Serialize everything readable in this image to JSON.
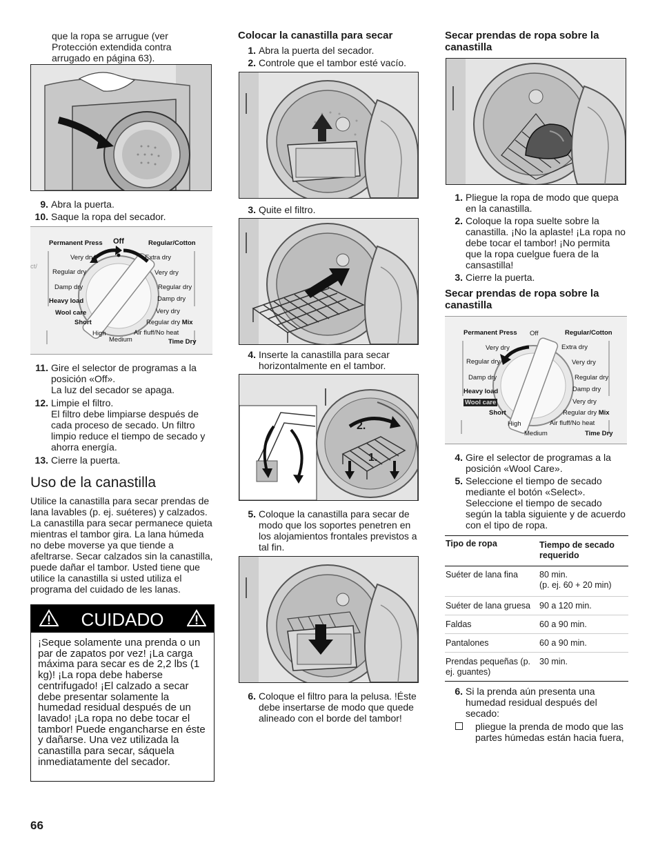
{
  "col1": {
    "intro": "que la ropa se arrugue (ver Protección extendida contra arrugado en página 63).",
    "steps_a": [
      {
        "n": "9.",
        "text": "Abra la puerta."
      },
      {
        "n": "10.",
        "text": "Saque la ropa del secador."
      }
    ],
    "steps_b": [
      {
        "n": "11.",
        "text": "Gire el selector de programas a la posición «Off».",
        "sub": "La luz del secador se apaga."
      },
      {
        "n": "12.",
        "text": "Limpie el filtro.",
        "sub": "El filtro debe limpiarse después de cada proceso de secado. Un filtro limpio reduce el tiempo de secado y ahorra energía."
      },
      {
        "n": "13.",
        "text": "Cierre la puerta."
      }
    ],
    "section_title": "Uso de la canastilla",
    "section_body": "Utilice la canastilla para secar prendas de lana lavables (p. ej. suéteres) y calzados. La canastilla para secar permanece quieta mientras el tambor gira. La lana húmeda no debe moverse ya que tiende a afeltrarse. Secar calzados sin la canastilla, puede dañar el tambor.  Usted tiene que utilice la canastilla si usted utiliza el programa del cuidado de les lanas.",
    "warning_title": "CUIDADO",
    "warning_body": "¡Seque solamente una prenda o un par de zapatos por vez! ¡La carga máxima para secar es de 2,2 lbs (1 kg)! ¡La ropa debe haberse centrifugado! ¡El calzado a secar debe presentar solamente la humedad residual después de un lavado! ¡La ropa no debe tocar el tambor! Puede engancharse en éste y dañarse. Una vez utilizada la canastilla para secar, sáquela inmediatamente del secador.",
    "page_number": "66"
  },
  "dial1": {
    "labels": {
      "perm": "Permanent Press",
      "off": "Off",
      "reg": "Regular/Cotton",
      "vdry_l": "Very dry",
      "xdry": "Extra dry",
      "rdry_l": "Regular dry",
      "vdry_r": "Very dry",
      "ddry_l": "Damp dry",
      "rdry_r": "Regular dry",
      "heavy": "Heavy load",
      "ddry_r": "Damp dry",
      "wool": "Wool care",
      "vdry_r2": "Very dry",
      "short": "Short",
      "rdrymix": "Regular dry",
      "mix": "Mix",
      "high": "High",
      "air": "Air fluff/No heat",
      "medium": "Medium",
      "time": "Time Dry",
      "edge": "ct/"
    }
  },
  "col2": {
    "heading": "Colocar la canastilla para secar",
    "steps_a": [
      {
        "n": "1.",
        "text": "Abra la puerta del secador."
      },
      {
        "n": "2.",
        "text": "Controle que el tambor esté vacío."
      }
    ],
    "step3": {
      "n": "3.",
      "text": "Quite el filtro."
    },
    "step4": {
      "n": "4.",
      "text": "Inserte la canastilla para secar horizontalmente en el tambor."
    },
    "step5": {
      "n": "5.",
      "text": "Coloque la canastilla para secar de modo que los soportes penetren en los alojamientos frontales previstos a tal fin."
    },
    "step6": {
      "n": "6.",
      "text": "Coloque el filtro para la pelusa. !Éste debe insertarse de modo que quede alineado con el borde del tambor!"
    },
    "fig_marks": {
      "one": "1.",
      "two": "2."
    }
  },
  "col3": {
    "heading1": "Secar prendas de ropa sobre la canastilla",
    "steps_a": [
      {
        "n": "1.",
        "text": "Pliegue la ropa de modo que quepa en la canastilla."
      },
      {
        "n": "2.",
        "text": "Coloque la ropa suelte sobre la canastilla. ¡No la aplaste! ¡La ropa no debe tocar el tambor! ¡No permita que la ropa cuelgue fuera de la cansastilla!"
      },
      {
        "n": "3.",
        "text": "Cierre la puerta."
      }
    ],
    "heading2": "Secar prendas de ropa sobre la canastilla",
    "steps_b": [
      {
        "n": "4.",
        "text": "Gire el selector de programas a la posición «Wool Care»."
      },
      {
        "n": "5.",
        "text": "Seleccione el tiempo de secado mediante el botón «Select». Seleccione el tiempo de secado según la tabla siguiente y de acuerdo con el tipo de ropa."
      }
    ],
    "table": {
      "headers": [
        "Tipo de ropa",
        "Tiempo de secado requerido"
      ],
      "rows": [
        {
          "type": "Suéter de lana fina",
          "time": "80 min.",
          "note": "(p. ej. 60 + 20 min)"
        },
        {
          "type": "Suéter de lana gruesa",
          "time": "90 a 120 min."
        },
        {
          "type": "Faldas",
          "time": "60 a 90 min."
        },
        {
          "type": "Pantalones",
          "time": "60 a 90 min."
        },
        {
          "type": "Prendas pequeñas (p. ej. guantes)",
          "time": "30 min."
        }
      ]
    },
    "step6": {
      "n": "6.",
      "text": "Si la prenda aún presenta una humedad residual después del secado:"
    },
    "bullet": "pliegue la prenda de modo que las partes húmedas están hacia fuera,"
  },
  "dial2": {
    "labels": {
      "perm": "Permanent Press",
      "off": "Off",
      "reg": "Regular/Cotton",
      "vdry_l": "Very dry",
      "xdry": "Extra dry",
      "rdry_l": "Regular dry",
      "vdry_r": "Very dry",
      "ddry_l": "Damp dry",
      "rdry_r": "Regular dry",
      "heavy": "Heavy load",
      "ddry_r": "Damp dry",
      "wool": "Wool care",
      "vdry_r2": "Very dry",
      "short": "Short",
      "rdrymix": "Regular dry",
      "mix": "Mix",
      "high": "High",
      "air": "Air fluff/No heat",
      "medium": "Medium",
      "time": "Time Dry"
    }
  },
  "icons": {
    "warning": "warning-triangle-icon",
    "bullet": "checkbox-bullet-icon"
  }
}
